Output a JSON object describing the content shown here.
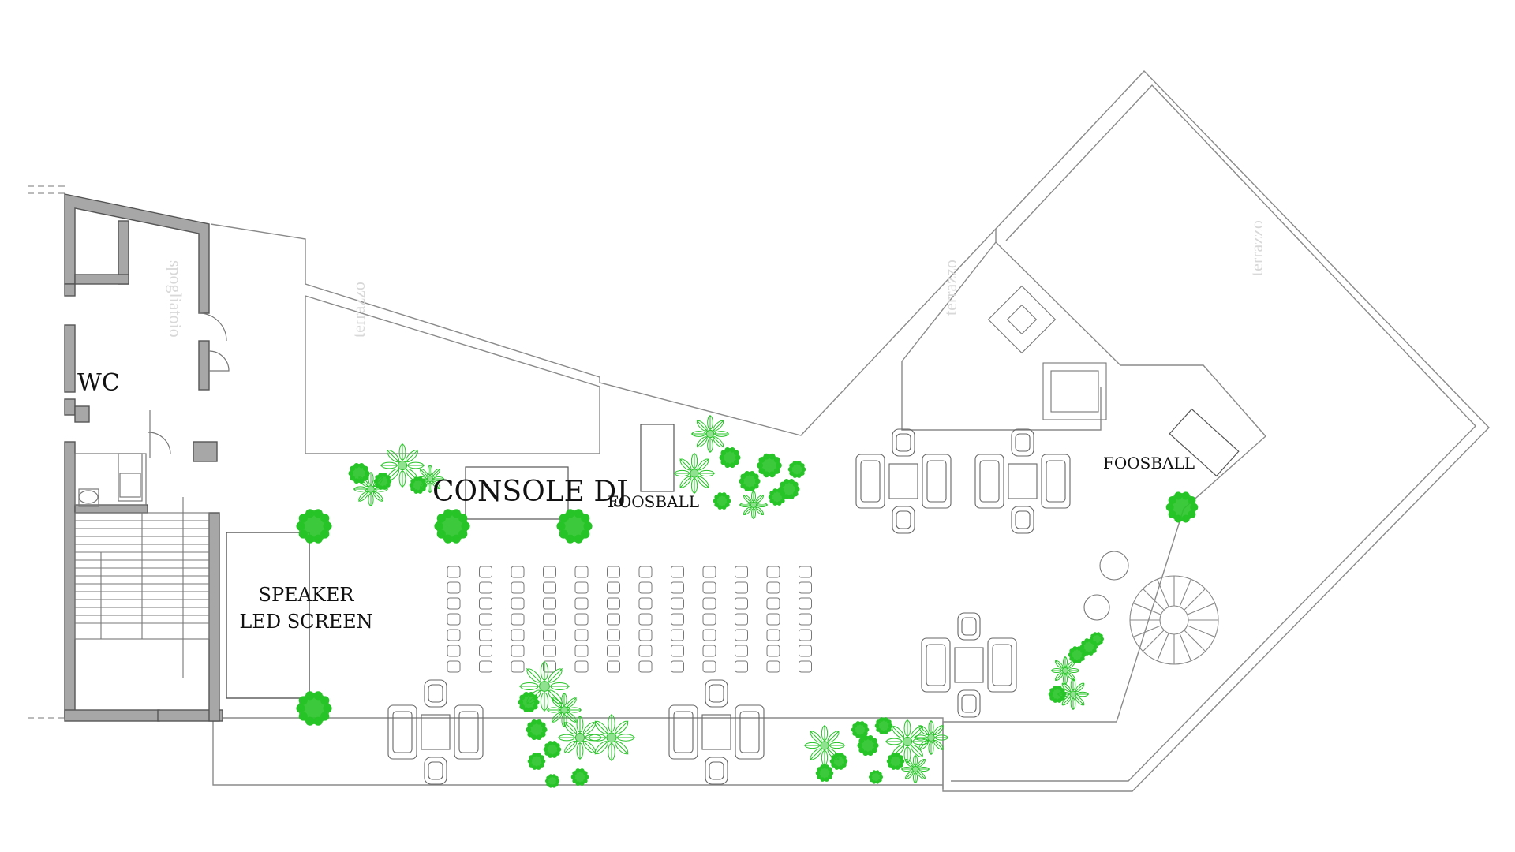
{
  "labels": {
    "wc": "WC",
    "console_dj": "CONSOLE DJ",
    "foosball_left": "FOOSBALL",
    "foosball_right": "FOOSBALL",
    "speaker": "SPEAKER",
    "led_screen": "LED SCREEN",
    "rooms": {
      "spogliatoio": "spogliatoio",
      "terrazzo_left": "terrazzo",
      "terrazzo_mid": "terrazzo",
      "terrazzo_right": "terrazzo"
    }
  },
  "seating": {
    "rows": 7,
    "columns": 12
  },
  "colors": {
    "walls": "#555555",
    "wall_fill": "#a7a7a7",
    "lines": "#8a8a8a",
    "greenery": "#27c427",
    "greenery_light": "#8fe08f"
  }
}
